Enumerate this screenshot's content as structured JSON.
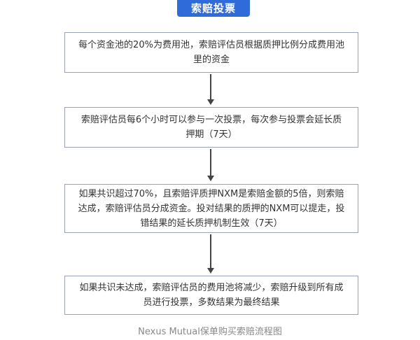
{
  "title": "索赔投票",
  "steps": [
    {
      "text": "每个资金池的20%为费用池，索赔评估员根据质押比例分成费用池里的资金"
    },
    {
      "text": "索赔评估员每6个小时可以参与一次投票，每次参与投票会延长质押期（7天）"
    },
    {
      "text": "如果共识超过70%，且索赔评质押NXM是索赔金额的5倍，则索赔达成，索赔评估员分成资金。投对结果的质押的NXM可以提走，投错结果的延长质押机制生效（7天）"
    },
    {
      "text": "如果共识未达成，索赔评估员的费用池将减少，索赔升级到所有成员进行投票，多数结果为最终结果"
    }
  ],
  "caption": "Nexus Mutual保单购买索赔流程图",
  "colors": {
    "badge": "#2f6cd9",
    "box_border": "#9aa3b5",
    "arrow": "#444444",
    "caption": "#888888"
  }
}
